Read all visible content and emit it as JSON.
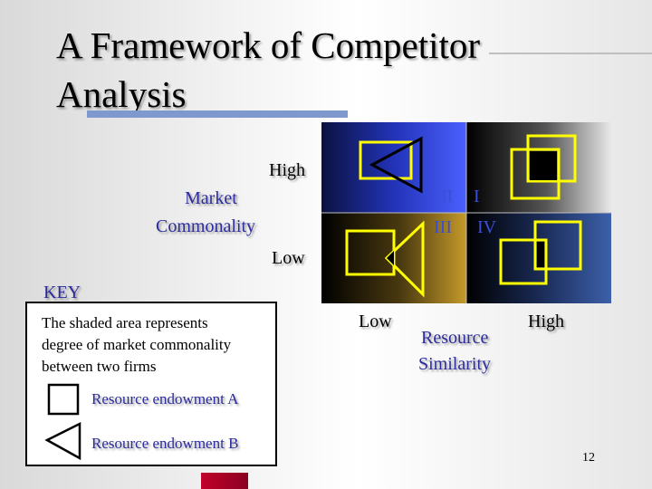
{
  "title": {
    "line1": "A Framework of Competitor",
    "line2": "Analysis"
  },
  "y_axis": {
    "high": "High",
    "label_line1": "Market",
    "label_line2": "Commonality",
    "low": "Low"
  },
  "x_axis": {
    "low": "Low",
    "high": "High",
    "label_line1": "Resource",
    "label_line2": "Similarity"
  },
  "quadrants": {
    "top_left": "II",
    "top_right": "I",
    "bottom_left": "III",
    "bottom_right": "IV"
  },
  "key": {
    "title": "KEY",
    "desc_line1": "The shaded area represents",
    "desc_line2": "degree of market commonality",
    "desc_line3": "between two firms",
    "resource_a": "Resource endowment A",
    "resource_b": "Resource endowment B"
  },
  "page_number": "12",
  "colors": {
    "accent_blue": "#2b2b9c",
    "outline_yellow": "#ffff00",
    "quadrant_blue": "#3a4fd6"
  }
}
